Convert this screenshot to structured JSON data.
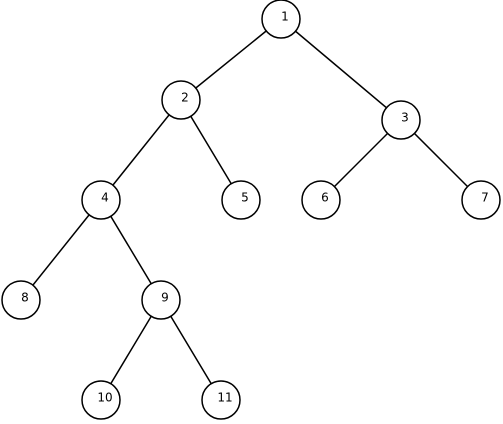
{
  "tree": {
    "nodes": [
      {
        "id": "1",
        "label": "1"
      },
      {
        "id": "2",
        "label": "2"
      },
      {
        "id": "3",
        "label": "3"
      },
      {
        "id": "4",
        "label": "4"
      },
      {
        "id": "5",
        "label": "5"
      },
      {
        "id": "6",
        "label": "6"
      },
      {
        "id": "7",
        "label": "7"
      },
      {
        "id": "8",
        "label": "8"
      },
      {
        "id": "9",
        "label": "9"
      },
      {
        "id": "10",
        "label": "10"
      },
      {
        "id": "11",
        "label": "11"
      }
    ],
    "edges": [
      [
        "1",
        "2"
      ],
      [
        "1",
        "3"
      ],
      [
        "2",
        "4"
      ],
      [
        "2",
        "5"
      ],
      [
        "3",
        "6"
      ],
      [
        "3",
        "7"
      ],
      [
        "4",
        "8"
      ],
      [
        "4",
        "9"
      ],
      [
        "9",
        "10"
      ],
      [
        "9",
        "11"
      ]
    ]
  }
}
